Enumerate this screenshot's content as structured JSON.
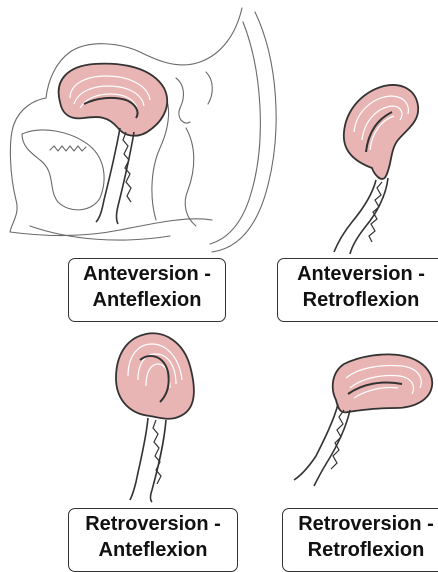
{
  "labels": {
    "anteversion_anteflexion": {
      "line1": "Anteversion -",
      "line2": "Anteflexion"
    },
    "anteversion_retroflexion": {
      "line1": "Anteversion -",
      "line2": "Retroflexion"
    },
    "retroversion_anteflexion": {
      "line1": "Retroversion -",
      "line2": "Anteflexion"
    },
    "retroversion_retroflexion": {
      "line1": "Retroversion -",
      "line2": "Retroflexion"
    }
  },
  "colors": {
    "uterus_fill": "#e9b4b4",
    "uterus_stroke": "#333333",
    "inner_line": "#ffffff",
    "anatomy_line": "#6a6a6a"
  }
}
